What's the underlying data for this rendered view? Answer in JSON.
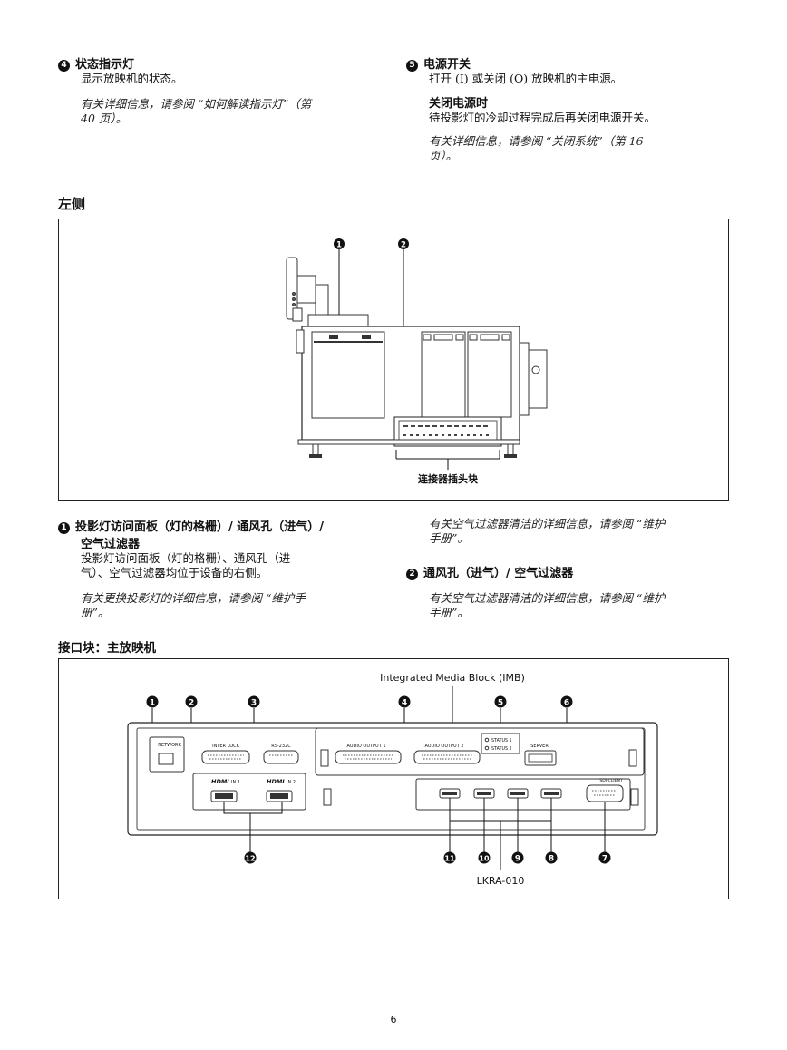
{
  "top_left": {
    "number": "4",
    "heading": "状态指示灯",
    "body": "显示放映机的状态。",
    "ref_line1": "有关详细信息，请参阅 “如何解读指示灯”（第",
    "ref_line2": "40 页）。"
  },
  "top_right": {
    "number": "5",
    "heading": "电源开关",
    "body": "打开 (I) 或关闭 (O) 放映机的主电源。",
    "subheading": "关闭电源时",
    "sub_body": "待投影灯的冷却过程完成后再关闭电源开关。",
    "ref_line1": "有关详细信息，请参阅 “关闭系统”（第 16",
    "ref_line2": "页）。"
  },
  "left_side": {
    "title": "左侧",
    "callout1": "1",
    "callout2": "2",
    "connector_label": "连接器插头块"
  },
  "items": {
    "item1_number": "1",
    "item1_heading_line1": "投影灯访问面板（灯的格栅）/ 通风孔（进气）/",
    "item1_heading_line2": "空气过滤器",
    "item1_body_line1": "投影灯访问面板（灯的格栅）、通风孔（进",
    "item1_body_line2": "气）、空气过滤器均位于设备的右侧。",
    "item1_ref_line1": "有关更换投影灯的详细信息，请参阅 “维护手",
    "item1_ref_line2": "册”。",
    "right_ref1_line1": "有关空气过滤器清洁的详细信息，请参阅 “维护",
    "right_ref1_line2": "手册”。",
    "item2_number": "2",
    "item2_heading": "通风孔（进气）/ 空气过滤器",
    "right_ref2_line1": "有关空气过滤器清洁的详细信息，请参阅 “维护",
    "right_ref2_line2": "手册”。"
  },
  "connector_block": {
    "title": "接口块：主放映机",
    "imb_label": "Integrated Media Block (IMB)",
    "lkra_label": "LKRA-010",
    "callouts_top": [
      "1",
      "2",
      "3",
      "4",
      "5",
      "6"
    ],
    "callouts_bottom": [
      "12",
      "11",
      "10",
      "9",
      "8",
      "7"
    ],
    "port_network": "NETWORK",
    "port_interlock": "INTER LOCK",
    "port_rs232c": "RS-232C",
    "port_audio1": "AUDIO OUTPUT 1",
    "port_audio2": "AUDIO OUTPUT 2",
    "status1": "STATUS 1",
    "status2": "STATUS 2",
    "port_server": "SERVER",
    "hdmi_in1": "IN 1",
    "hdmi_in2": "IN 2",
    "hdmi_logo": "HDMI",
    "port_sdi": "SDI-CLIENT"
  },
  "page_number": "6"
}
